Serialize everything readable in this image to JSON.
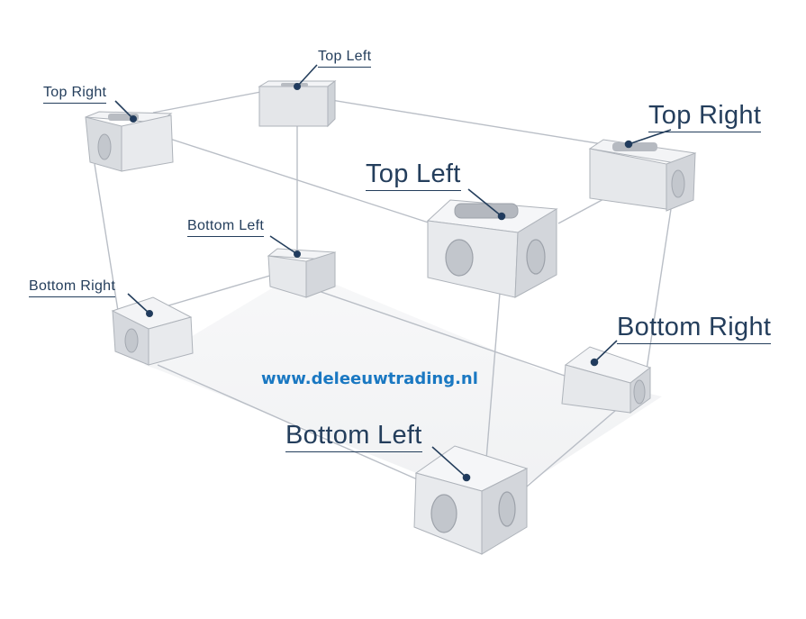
{
  "labels": {
    "small_top_left": "Top Left",
    "small_top_right": "Top Right",
    "small_bottom_left": "Bottom Left",
    "small_bottom_right": "Bottom Right",
    "large_top_left": "Top Left",
    "large_top_right": "Top Right",
    "large_bottom_left": "Bottom Left",
    "large_bottom_right": "Bottom Right"
  },
  "website": "www.deleeuwtrading.nl",
  "colors": {
    "label_text": "#243e5c",
    "leader_dot": "#1f3a5f",
    "website_text": "#1a78c2",
    "frame_line": "#b9bec6",
    "block_top": "#f4f5f7",
    "block_front": "#e6e8eb",
    "block_side": "#d2d5da"
  }
}
